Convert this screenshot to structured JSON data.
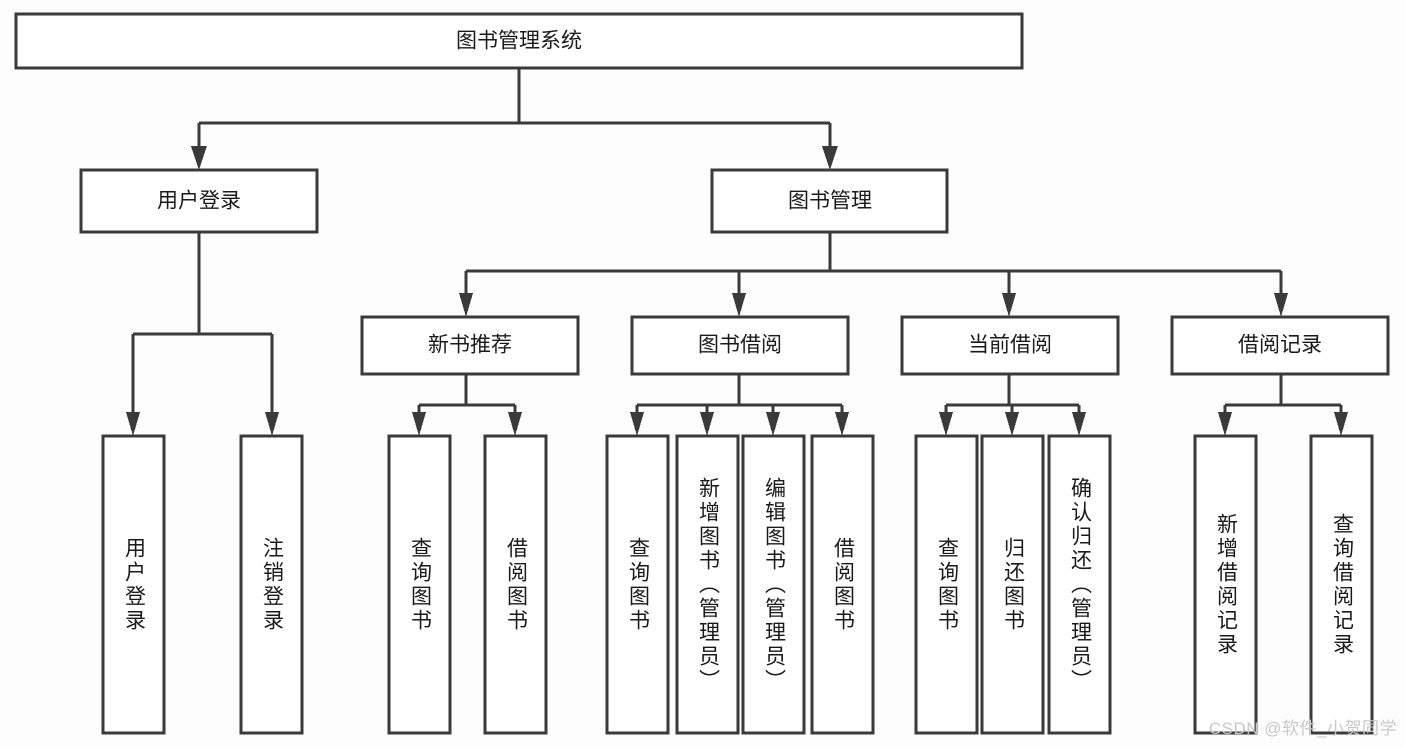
{
  "diagram": {
    "type": "tree-hierarchy-chart",
    "title": "图书管理系统",
    "colors": {
      "box_fill": "#ffffff",
      "box_stroke": "#3a3a3a",
      "connector": "#3a3a3a",
      "text": "#1a1a1a",
      "background": "#fdfdfd",
      "watermark": "#c8c8c8"
    },
    "root": {
      "label": "图书管理系统"
    },
    "level2": [
      {
        "label": "用户登录"
      },
      {
        "label": "图书管理"
      }
    ],
    "level3": [
      {
        "label": "新书推荐"
      },
      {
        "label": "图书借阅"
      },
      {
        "label": "当前借阅"
      },
      {
        "label": "借阅记录"
      }
    ],
    "leaves": {
      "user_login": [
        {
          "label": "用户登录"
        },
        {
          "label": "注销登录"
        }
      ],
      "new_book_recommend": [
        {
          "label": "查询图书"
        },
        {
          "label": "借阅图书"
        }
      ],
      "book_borrow": [
        {
          "label": "查询图书"
        },
        {
          "label": "新增图书（管理员）"
        },
        {
          "label": "编辑图书（管理员）"
        },
        {
          "label": "借阅图书"
        }
      ],
      "current_borrow": [
        {
          "label": "查询图书"
        },
        {
          "label": "归还图书"
        },
        {
          "label": "确认归还（管理员）"
        }
      ],
      "borrow_record": [
        {
          "label": "新增借阅记录"
        },
        {
          "label": "查询借阅记录"
        }
      ]
    }
  },
  "watermark": {
    "text": "CSDN @软件_小贺同学"
  }
}
